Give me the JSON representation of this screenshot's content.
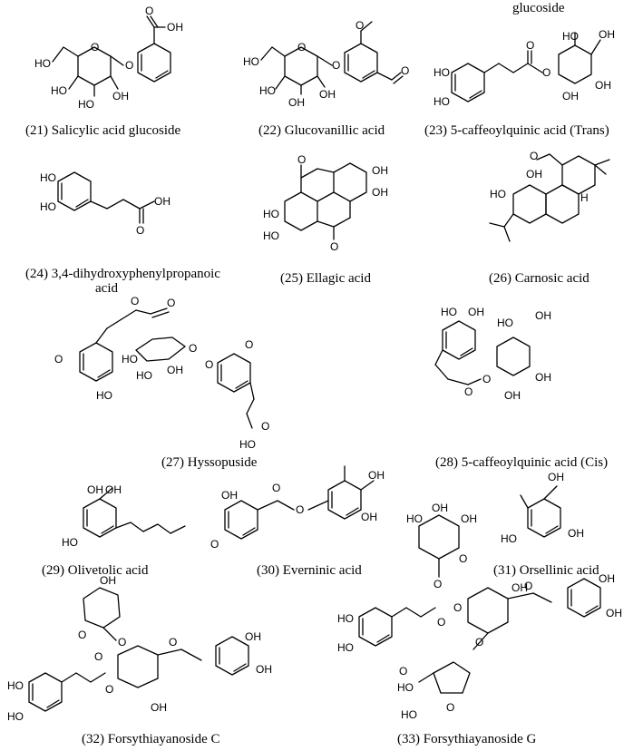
{
  "header_text": "glucoside",
  "compounds": [
    {
      "caption": "(21) Salicylic acid glucoside"
    },
    {
      "caption": "(22) Glucovanillic acid"
    },
    {
      "caption": "(23) 5-caffeoylquinic acid (Trans)"
    },
    {
      "caption_line1": "(24) 3,4-dihydroxyphenylpropanoic",
      "caption_line2": "acid"
    },
    {
      "caption": "(25) Ellagic acid"
    },
    {
      "caption": "(26) Carnosic acid"
    },
    {
      "caption": "(27) Hyssopuside"
    },
    {
      "caption": "(28) 5-caffeoylquinic acid (Cis)"
    },
    {
      "caption": "(29) Olivetolic acid"
    },
    {
      "caption": "(30) Everninic acid"
    },
    {
      "caption": "(31) Orsellinic acid"
    },
    {
      "caption": "(32) Forsythiayanoside C"
    },
    {
      "caption": "(33) Forsythiayanoside G"
    }
  ],
  "atom_labels": {
    "oh": "OH",
    "ho": "HO",
    "o": "O",
    "h": "H"
  }
}
